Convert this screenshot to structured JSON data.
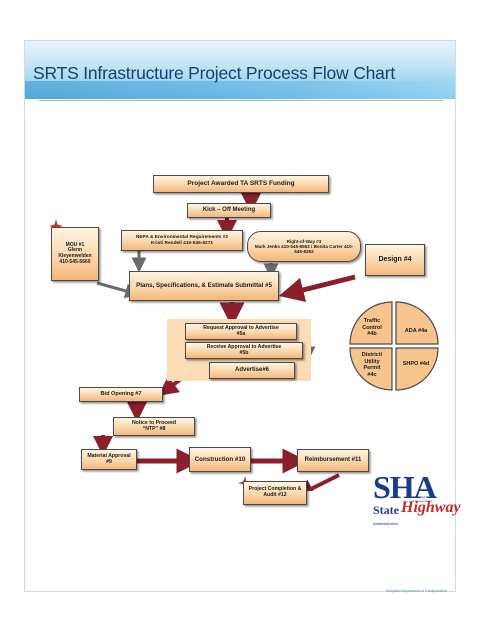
{
  "slide": {
    "title": "SRTS Infrastructure Project Process Flow Chart",
    "footer": "Maryland Department of Transportation"
  },
  "flow": {
    "n1": "Project Awarded TA SRTS Funding",
    "n2": "Kick – Off Meeting",
    "mou": [
      "MOU #1",
      "Glenn",
      "Kleyenwelden",
      "410-545-5660"
    ],
    "nepa": [
      "NEPA & Environmental Requirements #2",
      "Kristi Rendell  410-545-8271"
    ],
    "row": [
      "Right-of-Way #3",
      "Mark Jenks 410-545-8552 / Bonita Carter 410-",
      "545-8352"
    ],
    "design": "Design #4",
    "pse": "Plans, Specifications, & Estimate Submittal #5",
    "req": [
      "Request Approval to Advertise",
      "#5a"
    ],
    "rec": [
      "Receive Approval to Advertise",
      "#5b"
    ],
    "adv": "Advertise#6",
    "bid": "Bid Opening #7",
    "ntp": [
      "Notice to Proceed",
      "“NTP” #8"
    ],
    "mat": [
      "Material Approval",
      "#9"
    ],
    "con": "Construction #10",
    "reimb": "Reimbursement #11",
    "comp": [
      "Project Completion &",
      "Audit #12"
    ],
    "traffic": [
      "Traffic",
      "Control",
      "#4b"
    ],
    "ada": "ADA #4a",
    "district": [
      "District/",
      "Utility",
      "Permit",
      "#4c"
    ],
    "shpo": "SHPO #4d"
  },
  "logo": {
    "sha": "SHA",
    "state": "State",
    "highway": "Highway",
    "admin": "Administration",
    "sub": "Maryland Dept of Transportation"
  },
  "colors": {
    "box_fill": "#fbd7ac",
    "arrow": "#8b1f2c",
    "gray_arrow": "#6a6a6a",
    "banner": "#7cc6ea",
    "title": "#1d3d6e",
    "pie": "#f6c48c",
    "logo_blue": "#1b3c8c",
    "logo_red": "#c52a2a"
  }
}
